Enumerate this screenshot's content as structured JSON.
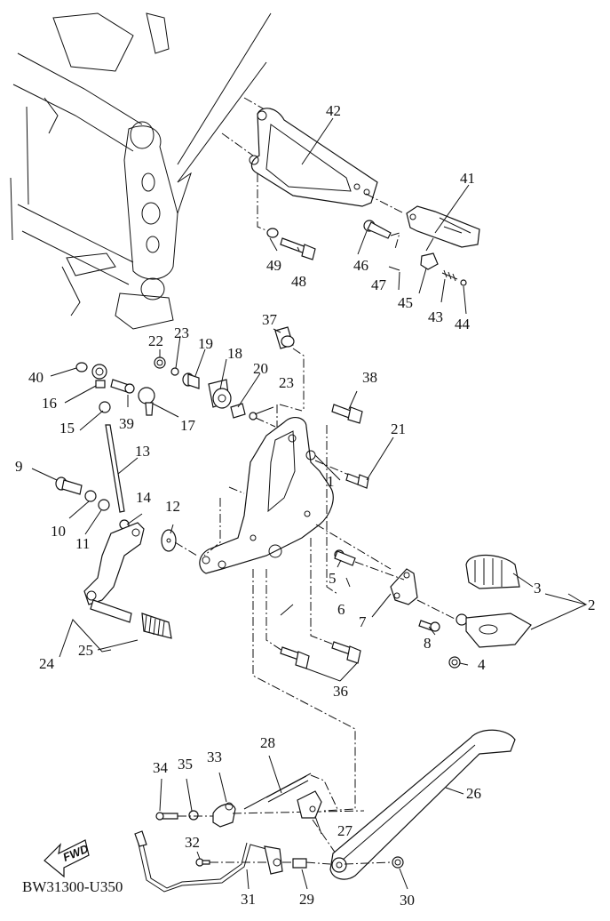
{
  "diagram": {
    "drawing_code": "BW31300-U350",
    "direction_indicator": "FWD",
    "callouts": [
      {
        "id": "1",
        "part": "footrest-bracket"
      },
      {
        "id": "2",
        "part": "footrest-assembly"
      },
      {
        "id": "3",
        "part": "footrest-rubber"
      },
      {
        "id": "4",
        "part": "torsion-spring"
      },
      {
        "id": "5",
        "part": "pin"
      },
      {
        "id": "6",
        "part": "cotter-pin"
      },
      {
        "id": "7",
        "part": "footrest-plate"
      },
      {
        "id": "8",
        "part": "bolt"
      },
      {
        "id": "9",
        "part": "pivot-bolt"
      },
      {
        "id": "10",
        "part": "washer"
      },
      {
        "id": "11",
        "part": "washer"
      },
      {
        "id": "12",
        "part": "washer-large"
      },
      {
        "id": "13",
        "part": "shift-rod"
      },
      {
        "id": "14",
        "part": "nut"
      },
      {
        "id": "15",
        "part": "nut"
      },
      {
        "id": "16",
        "part": "rod-end"
      },
      {
        "id": "17",
        "part": "joint"
      },
      {
        "id": "18",
        "part": "collar"
      },
      {
        "id": "19",
        "part": "bushing"
      },
      {
        "id": "20",
        "part": "collar-small"
      },
      {
        "id": "21",
        "part": "bolt"
      },
      {
        "id": "22",
        "part": "nut"
      },
      {
        "id": "23",
        "part": "washer"
      },
      {
        "id": "24",
        "part": "shift-pedal"
      },
      {
        "id": "25",
        "part": "pedal-rubber"
      },
      {
        "id": "26",
        "part": "sidestand"
      },
      {
        "id": "27",
        "part": "stand-bracket"
      },
      {
        "id": "28",
        "part": "spring"
      },
      {
        "id": "29",
        "part": "stand-bolt"
      },
      {
        "id": "30",
        "part": "nut"
      },
      {
        "id": "31",
        "part": "sidestand-switch"
      },
      {
        "id": "32",
        "part": "screw"
      },
      {
        "id": "33",
        "part": "switch-bracket"
      },
      {
        "id": "34",
        "part": "bolt"
      },
      {
        "id": "35",
        "part": "washer"
      },
      {
        "id": "36",
        "part": "bolt"
      },
      {
        "id": "37",
        "part": "collar"
      },
      {
        "id": "38",
        "part": "bolt"
      },
      {
        "id": "39",
        "part": "bolt"
      },
      {
        "id": "40",
        "part": "washer"
      },
      {
        "id": "41",
        "part": "rear-footrest"
      },
      {
        "id": "42",
        "part": "rear-footrest-bracket"
      },
      {
        "id": "43",
        "part": "spring"
      },
      {
        "id": "44",
        "part": "ball"
      },
      {
        "id": "45",
        "part": "plate"
      },
      {
        "id": "46",
        "part": "pin"
      },
      {
        "id": "47",
        "part": "cotter-pin"
      },
      {
        "id": "48",
        "part": "bolt"
      },
      {
        "id": "49",
        "part": "washer"
      }
    ]
  }
}
